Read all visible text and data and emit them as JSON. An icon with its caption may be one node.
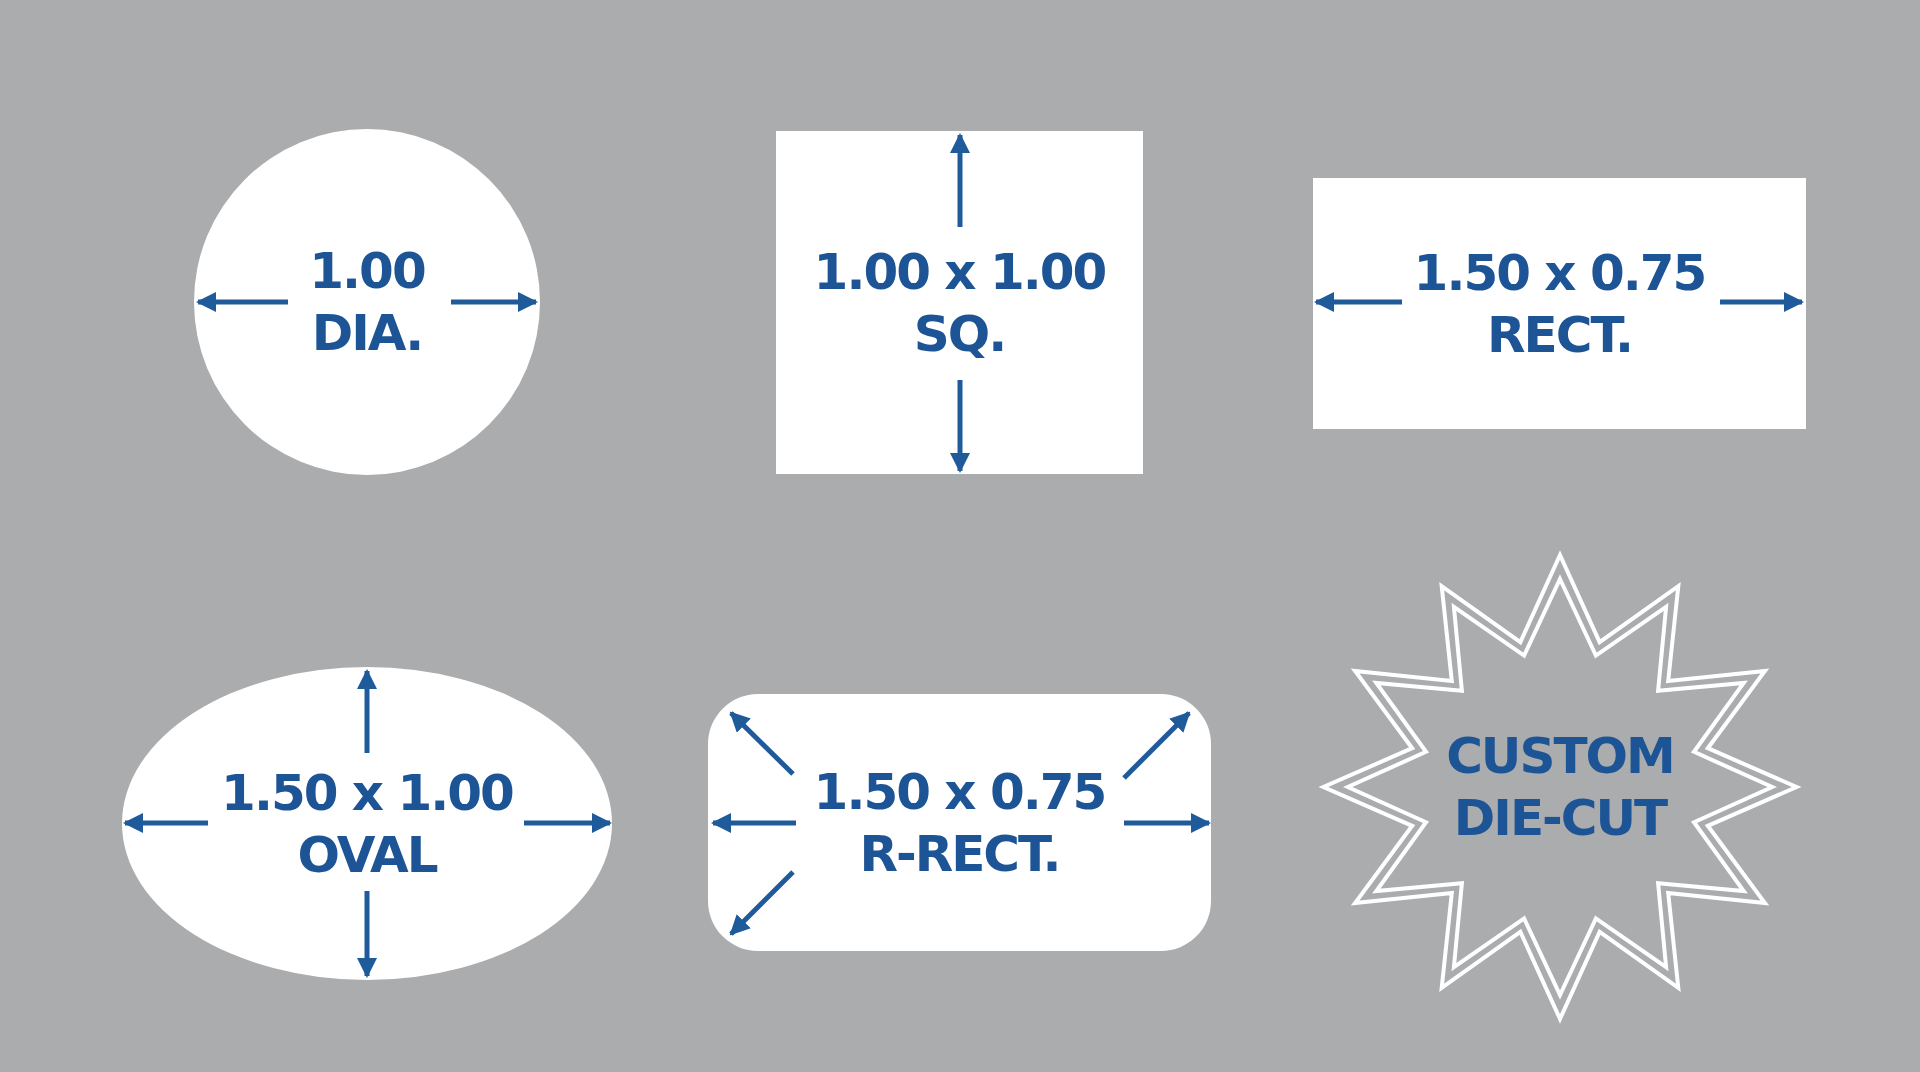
{
  "diagram": {
    "nodes": [
      {
        "text": [
          "1.00",
          "DIA."
        ]
      },
      {
        "text": [
          "1.00 x 1.00",
          "SQ."
        ]
      },
      {
        "text": [
          "1.50 x 0.75",
          "RECT."
        ]
      },
      {
        "text": [
          "1.50 x 1.00",
          "OVAL"
        ]
      },
      {
        "text": [
          "1.50 x 0.75",
          "R-RECT."
        ]
      },
      {
        "text": [
          "CUSTOM DIE-CUT"
        ]
      }
    ]
  }
}
